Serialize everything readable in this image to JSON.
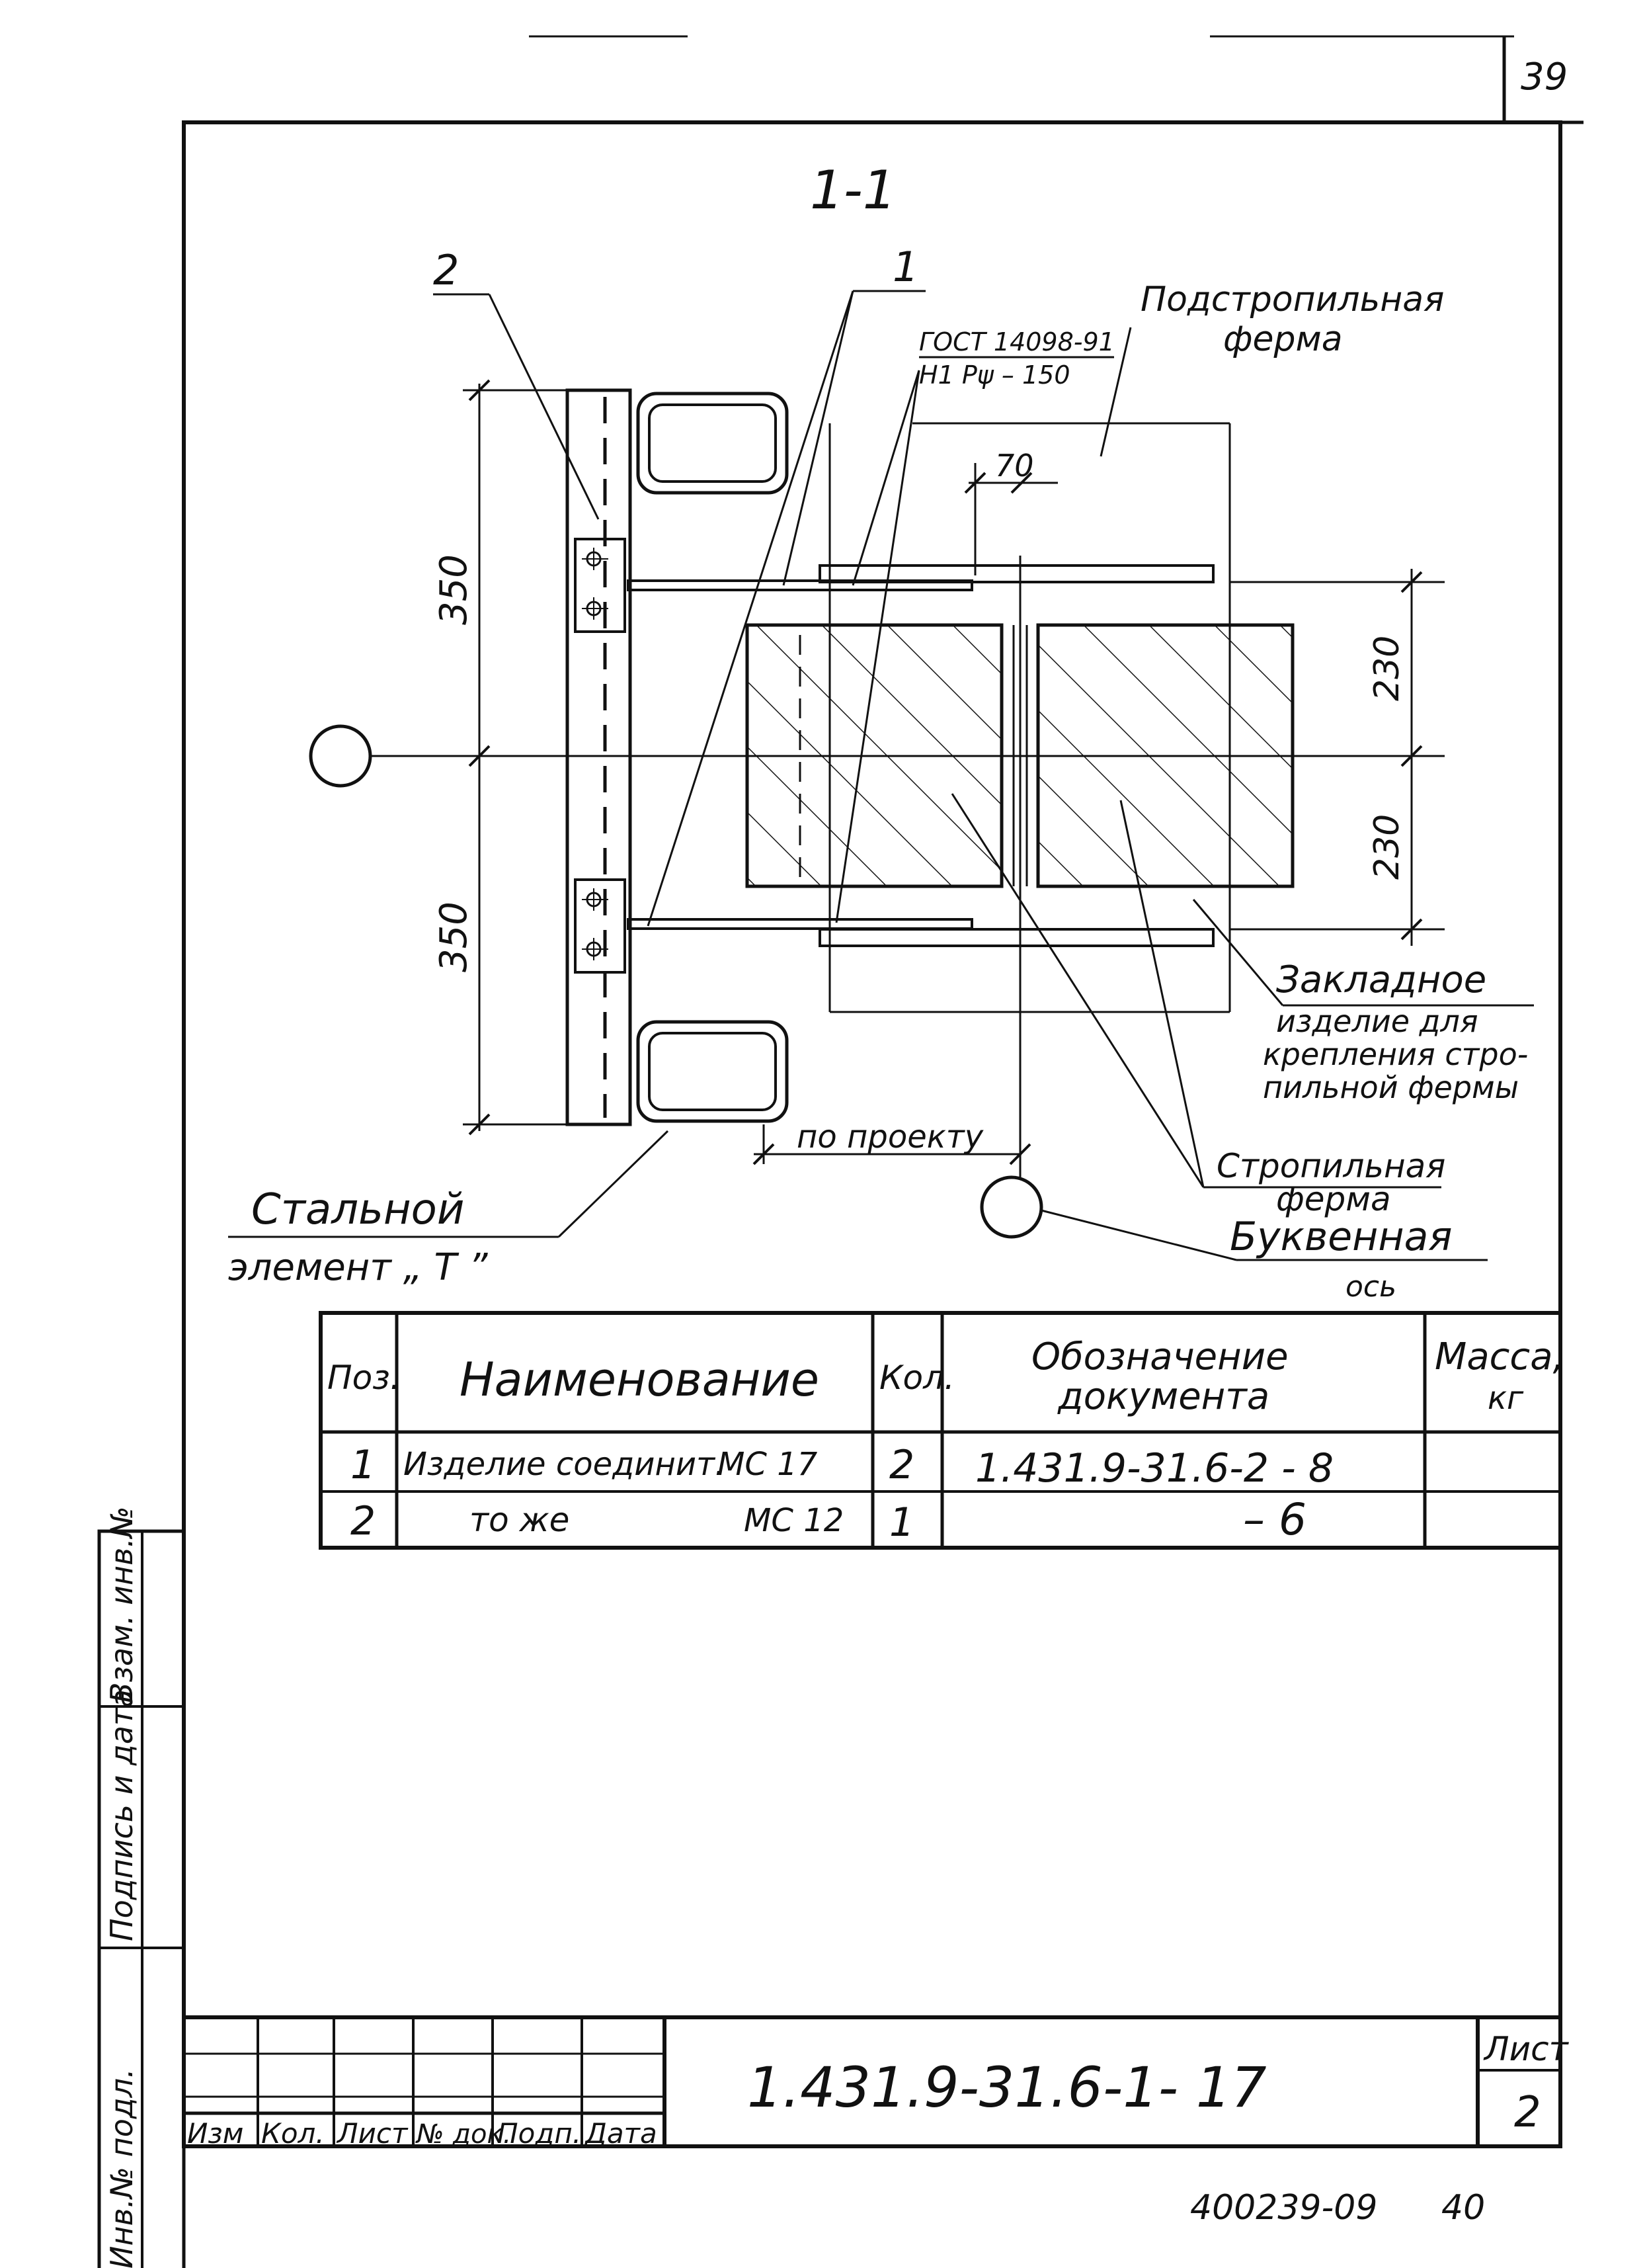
{
  "sheet_number_top": "39",
  "section_label": "1-1",
  "callouts": {
    "pos2": "2",
    "pos1": "1",
    "weld_line1": "ГОСТ 14098-91",
    "weld_line2": "Н1 Рψ – 150",
    "sub_truss_line1": "Подстропильная",
    "sub_truss_line2": "ферма",
    "embedded_line1": "Закладное",
    "embedded_line2": "изделие для",
    "embedded_line3": "крепления стро-",
    "embedded_line4": "пильной фермы",
    "per_project": "по проекту",
    "steel_line1": "Стальной",
    "steel_line2": "элемент „ Т ”",
    "rafter_line1": "Стропильная",
    "rafter_line2": "ферма",
    "axis_line1": "Буквенная",
    "axis_line2": "ось"
  },
  "dimensions": {
    "d350_upper": "350",
    "d350_lower": "350",
    "d70": "70",
    "d230_upper": "230",
    "d230_lower": "230"
  },
  "spec_table": {
    "headers": {
      "pos": "Поз.",
      "name": "Наименование",
      "qty": "Кол.",
      "doc_line1": "Обозначение",
      "doc_line2": "документа",
      "mass_line1": "Масса,",
      "mass_line2": "кг"
    },
    "rows": [
      {
        "pos": "1",
        "name": "Изделие соединит.",
        "mark": "МС 17",
        "qty": "2",
        "doc": "1.431.9-31.6-2 - 8",
        "mass": ""
      },
      {
        "pos": "2",
        "name": "то же",
        "mark": "МС 12",
        "qty": "1",
        "doc": "– 6",
        "mass": ""
      }
    ]
  },
  "side_stamp": {
    "inv_orig": "Инв.№ подл.",
    "sign_date": "Подпись и дата",
    "replace_inv": "Взам. инв.№"
  },
  "title_block": {
    "col_labels": [
      "Изм",
      "Кол.",
      "Лист",
      "№ док.",
      "Подп.",
      "Дата"
    ],
    "designation": "1.431.9-31.6-1- 17",
    "sheet_label": "Лист",
    "sheet_value": "2"
  },
  "footer_note_left": "400239-09",
  "footer_note_right": "40"
}
